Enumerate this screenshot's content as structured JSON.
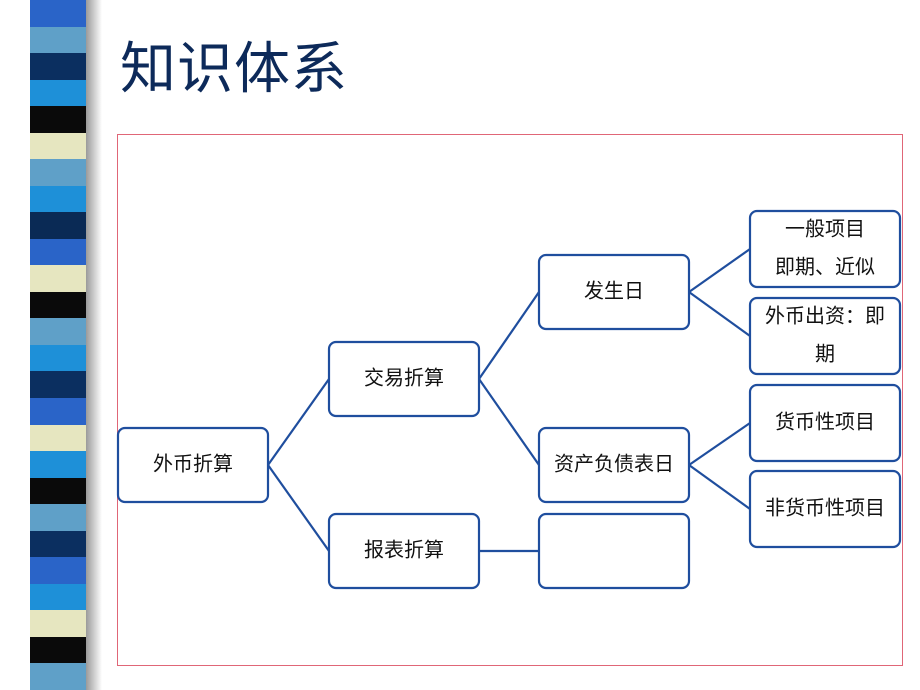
{
  "title": "知识体系",
  "colors": {
    "node_border": "#1f4e9e",
    "frame_border": "#e06677",
    "title": "#0d2a5a"
  },
  "stripes": [
    "#2a64c8",
    "#5fa0c8",
    "#0b2f60",
    "#1e90d8",
    "#0a0a0a",
    "#e6e6c0",
    "#5fa0c8",
    "#1e90d8",
    "#0a2a55",
    "#2a64c8",
    "#e6e6c0",
    "#0a0a0a",
    "#5fa0c8",
    "#1e90d8",
    "#0b2f60",
    "#2a64c8",
    "#e6e6c0",
    "#1e90d8",
    "#0a0a0a",
    "#5fa0c8",
    "#0b2f60",
    "#2a64c8",
    "#1e90d8",
    "#e6e6c0",
    "#0a0a0a",
    "#5fa0c8"
  ],
  "nodes": {
    "root": {
      "text": [
        "外币折算"
      ]
    },
    "trade": {
      "text": [
        "交易折算"
      ]
    },
    "report": {
      "text": [
        "报表折算"
      ]
    },
    "occur": {
      "text": [
        "发生日"
      ]
    },
    "balance": {
      "text": [
        "资产负债表日"
      ]
    },
    "empty": {
      "text": []
    },
    "general": {
      "text": [
        "一般项目",
        "即期、近似"
      ]
    },
    "capital": {
      "text": [
        "外币出资：即",
        "期"
      ]
    },
    "monetary": {
      "text": [
        "货币性项目"
      ]
    },
    "nonmonetary": {
      "text": [
        "非货币性项目"
      ]
    }
  },
  "edges": [
    [
      "root",
      "trade"
    ],
    [
      "root",
      "report"
    ],
    [
      "trade",
      "occur"
    ],
    [
      "trade",
      "balance"
    ],
    [
      "report",
      "empty"
    ],
    [
      "occur",
      "general"
    ],
    [
      "occur",
      "capital"
    ],
    [
      "balance",
      "monetary"
    ],
    [
      "balance",
      "nonmonetary"
    ]
  ]
}
